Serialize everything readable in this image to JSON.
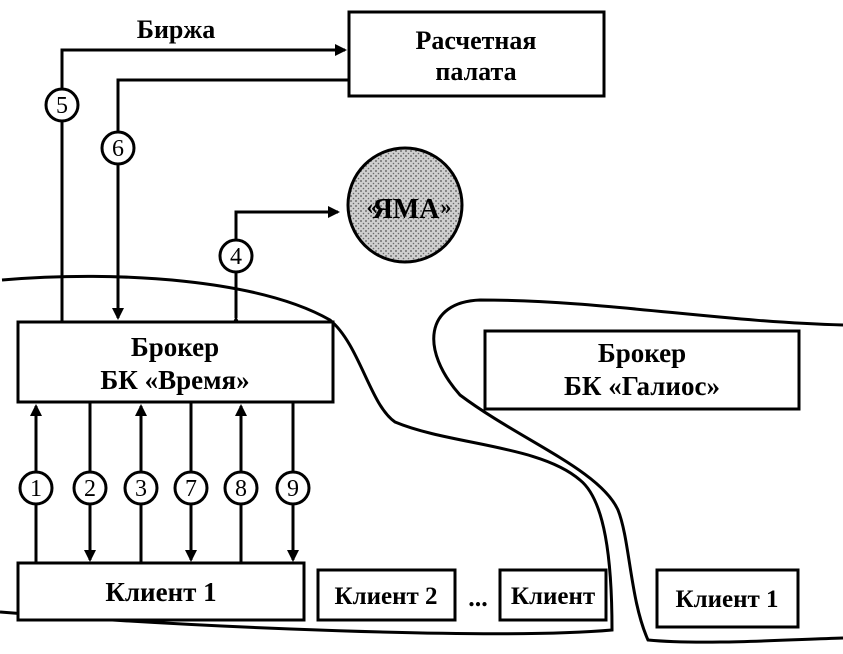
{
  "exchange": {
    "label": "Биржа"
  },
  "clearing_house": {
    "line1": "Расчетная",
    "line2": "палата"
  },
  "pit": {
    "label": "ЯМА",
    "quote_open": "«",
    "quote_close": "»"
  },
  "broker_vremya": {
    "line1": "Брокер",
    "line2": "БК «Время»"
  },
  "broker_galios": {
    "line1": "Брокер",
    "line2": "БК «Галиос»"
  },
  "clients": {
    "client1": "Клиент 1",
    "client2": "Клиент 2",
    "ellipsis": "...",
    "client_n": "Клиент",
    "galios_client1": "Клиент 1"
  },
  "steps": [
    "1",
    "2",
    "3",
    "4",
    "5",
    "6",
    "7",
    "8",
    "9"
  ]
}
